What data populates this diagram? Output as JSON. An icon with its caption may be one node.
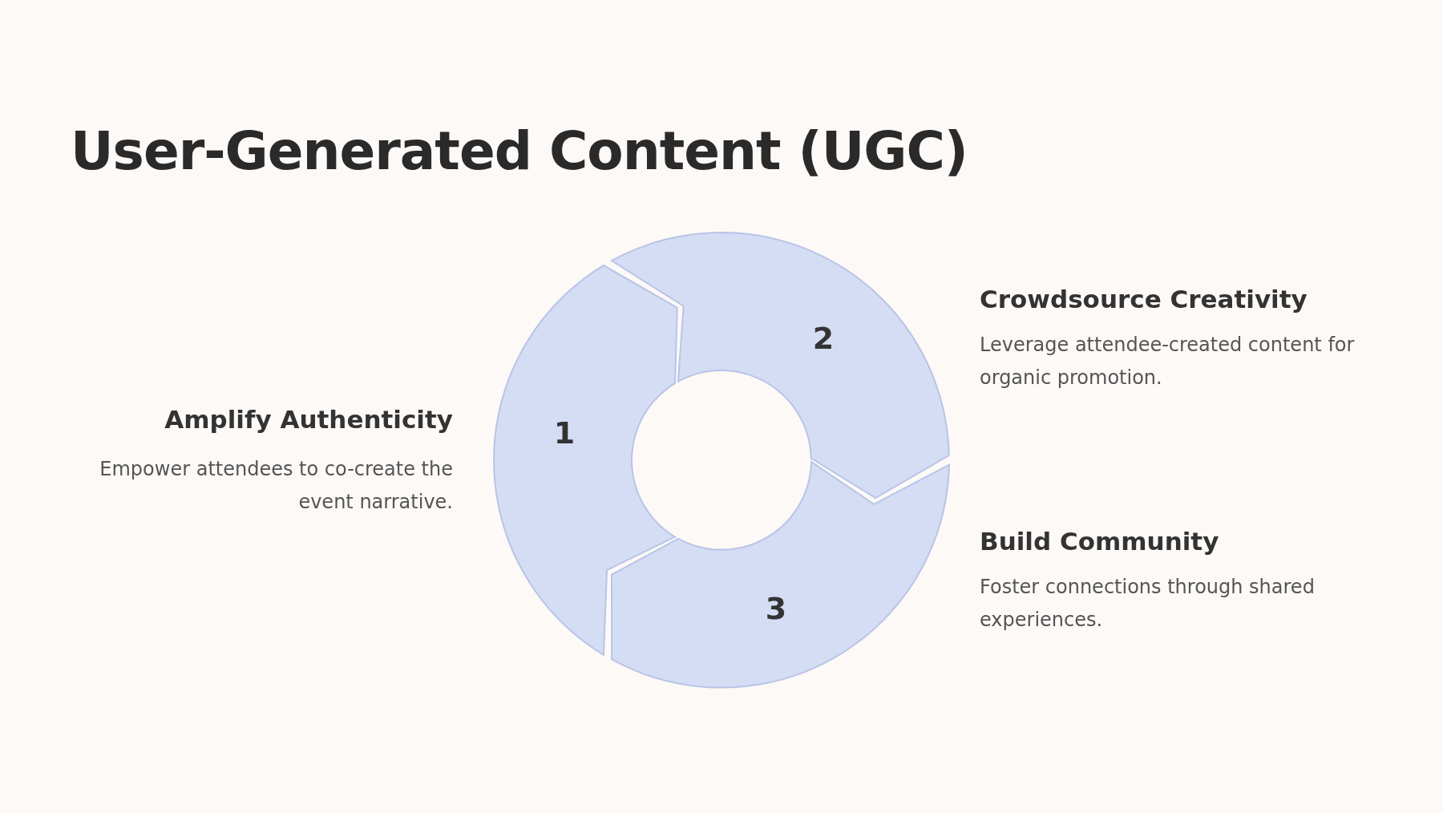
{
  "diagram": {
    "title": "User-Generated Content (UGC)",
    "nodes": [
      {
        "text": [
          "1"
        ],
        "beside": [
          "Amplify Authenticity",
          "Empower attendees to co-create the event narrative."
        ]
      },
      {
        "text": [
          "2"
        ],
        "beside": [
          "Crowdsource Creativity",
          "Leverage attendee-created content for organic promotion."
        ]
      },
      {
        "text": [
          "3"
        ],
        "beside": [
          "Build Community",
          "Foster connections through shared experiences."
        ]
      }
    ],
    "edges": []
  }
}
